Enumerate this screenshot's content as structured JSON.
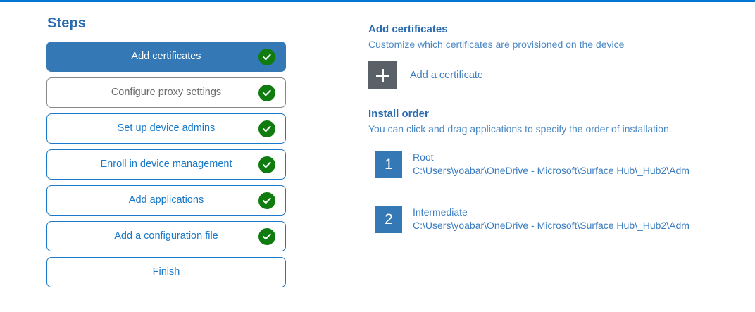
{
  "accent": {
    "top_rule": "#0078d4",
    "active_step": "#3479b5",
    "link_blue": "#3a7cbf",
    "header_blue": "#2b6cb0",
    "check_green": "#107c10",
    "plus_tile_gray": "#5a6068"
  },
  "steps_panel": {
    "title": "Steps",
    "items": [
      {
        "label": "Add certificates",
        "state": "active",
        "completed": true,
        "check_icon": "check-circle-icon"
      },
      {
        "label": "Configure proxy settings",
        "state": "muted",
        "completed": true,
        "check_icon": "check-circle-icon"
      },
      {
        "label": "Set up device admins",
        "state": "default",
        "completed": true,
        "check_icon": "check-circle-icon"
      },
      {
        "label": "Enroll in device management",
        "state": "default",
        "completed": true,
        "check_icon": "check-circle-icon"
      },
      {
        "label": "Add applications",
        "state": "default",
        "completed": true,
        "check_icon": "check-circle-icon"
      },
      {
        "label": "Add a configuration file",
        "state": "default",
        "completed": true,
        "check_icon": "check-circle-icon"
      },
      {
        "label": "Finish",
        "state": "default",
        "completed": false,
        "check_icon": null
      }
    ]
  },
  "detail_panel": {
    "heading": "Add certificates",
    "subheading": "Customize which certificates are provisioned on the device",
    "add_certificate": {
      "icon": "plus-icon",
      "label": "Add a certificate"
    },
    "install_order": {
      "heading": "Install order",
      "subheading": "You can click and drag applications to specify the order of installation.",
      "items": [
        {
          "number": "1",
          "name": "Root",
          "path": "C:\\Users\\yoabar\\OneDrive - Microsoft\\Surface Hub\\_Hub2\\Adm"
        },
        {
          "number": "2",
          "name": "Intermediate",
          "path": "C:\\Users\\yoabar\\OneDrive - Microsoft\\Surface Hub\\_Hub2\\Adm"
        }
      ]
    }
  }
}
